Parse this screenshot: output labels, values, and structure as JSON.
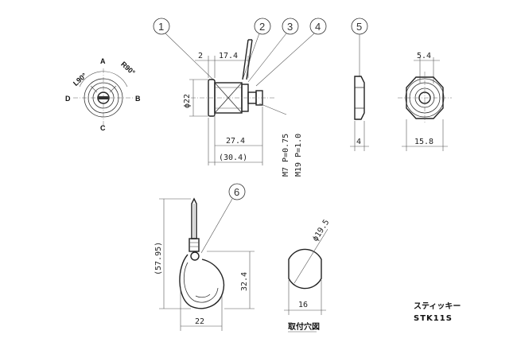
{
  "callouts": {
    "c1": "1",
    "c2": "2",
    "c3": "3",
    "c4": "4",
    "c5": "5",
    "c6": "6"
  },
  "dims": {
    "d2": "2",
    "d17_4": "17.4",
    "phi22": "ϕ22",
    "d27_4": "27.4",
    "d30_4": "(30.4)",
    "m7": "M7 P=0.75",
    "m19": "M19 P=1.0",
    "d5_4": "5.4",
    "d4": "4",
    "d15_8": "15.8",
    "d57_95": "(57.95)",
    "d32_4": "32.4",
    "d22": "22",
    "phi19_5": "ϕ19.5",
    "d16": "16"
  },
  "labels": {
    "a": "A",
    "b": "B",
    "c": "C",
    "d": "D",
    "l90": "L90°",
    "r90": "R90°"
  },
  "title": {
    "product": "スティッキー",
    "model": "STK11S",
    "hole": "取付穴図"
  }
}
